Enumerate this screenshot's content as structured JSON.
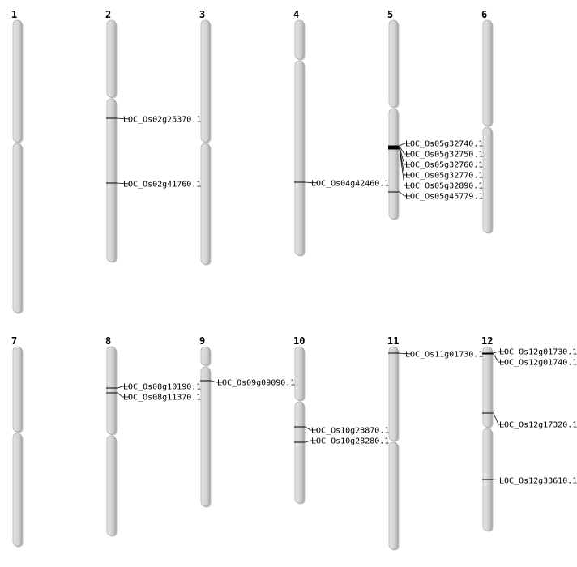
{
  "chromosomes": [
    {
      "name": "1",
      "genes": []
    },
    {
      "name": "2",
      "genes": [
        "LOC_Os02g25370.1",
        "LOC_Os02g41760.1"
      ]
    },
    {
      "name": "3",
      "genes": []
    },
    {
      "name": "4",
      "genes": [
        "LOC_Os04g42460.1"
      ]
    },
    {
      "name": "5",
      "genes": [
        "LOC_Os05g32740.1",
        "LOC_Os05g32750.1",
        "LOC_Os05g32760.1",
        "LOC_Os05g32770.1",
        "LOC_Os05g32890.1",
        "LOC_Os05g45779.1"
      ]
    },
    {
      "name": "6",
      "genes": []
    },
    {
      "name": "7",
      "genes": []
    },
    {
      "name": "8",
      "genes": [
        "LOC_Os08g10190.1",
        "LOC_Os08g11370.1"
      ]
    },
    {
      "name": "9",
      "genes": [
        "LOC_Os09g09090.1"
      ]
    },
    {
      "name": "10",
      "genes": [
        "LOC_Os10g23870.1",
        "LOC_Os10g28280.1"
      ]
    },
    {
      "name": "11",
      "genes": [
        "LOC_Os11g01730.1"
      ]
    },
    {
      "name": "12",
      "genes": [
        "LOC_Os12g01730.1",
        "LOC_Os12g01740.1",
        "LOC_Os12g17320.1",
        "LOC_Os12g33610.1"
      ]
    }
  ],
  "colors": {
    "chromosome_fill": "#d4d4d4",
    "chromosome_shadow": "#8a8a8a",
    "marker": "#000000"
  }
}
